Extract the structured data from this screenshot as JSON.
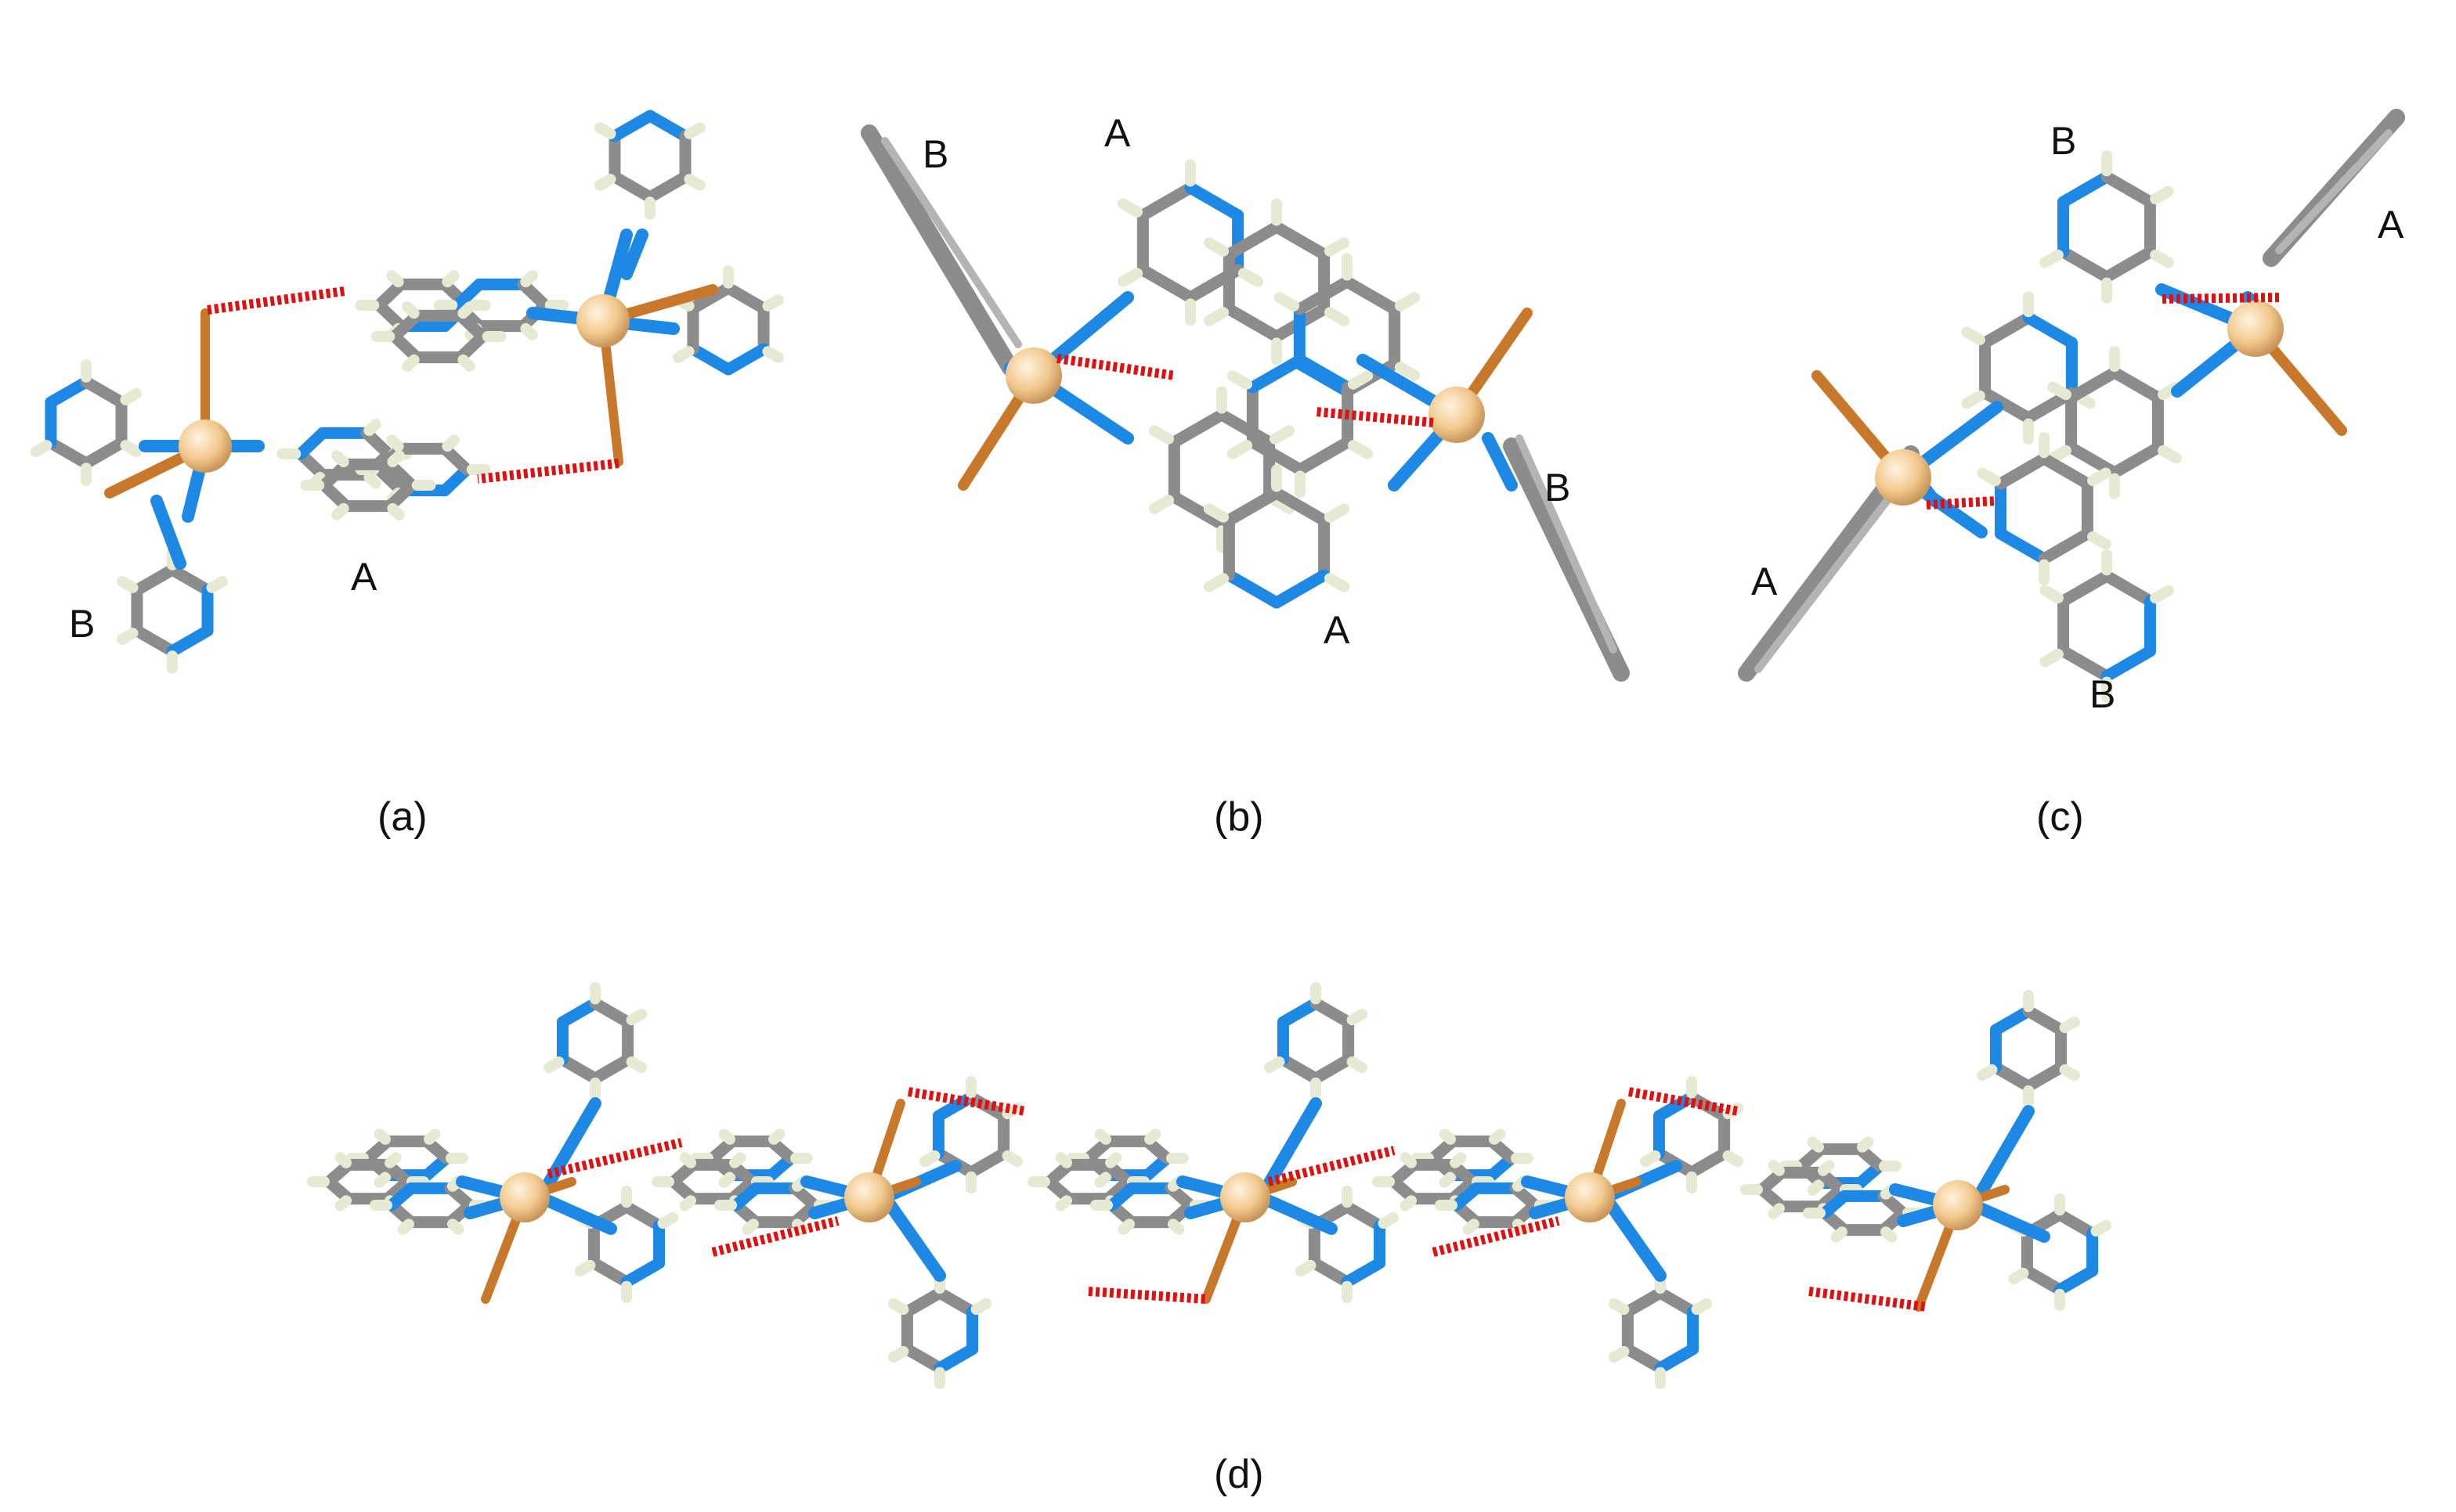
{
  "panels": [
    {
      "id": "a",
      "caption": "(a)",
      "labels": [
        "A",
        "B"
      ]
    },
    {
      "id": "b",
      "caption": "(b)",
      "labels": [
        "A",
        "B",
        "A",
        "B"
      ]
    },
    {
      "id": "c",
      "caption": "(c)",
      "labels": [
        "B",
        "A",
        "A",
        "B"
      ]
    },
    {
      "id": "d",
      "caption": "(d)",
      "labels": []
    }
  ],
  "colors": {
    "carbon": "#8c8c8c",
    "carbon_highlight": "#b4b4b4",
    "nitrogen": "#1e88e5",
    "hydrogen": "#e6ead2",
    "metal": "#f2c98e",
    "halide": "#c8782a",
    "hbond": "#e01010"
  }
}
